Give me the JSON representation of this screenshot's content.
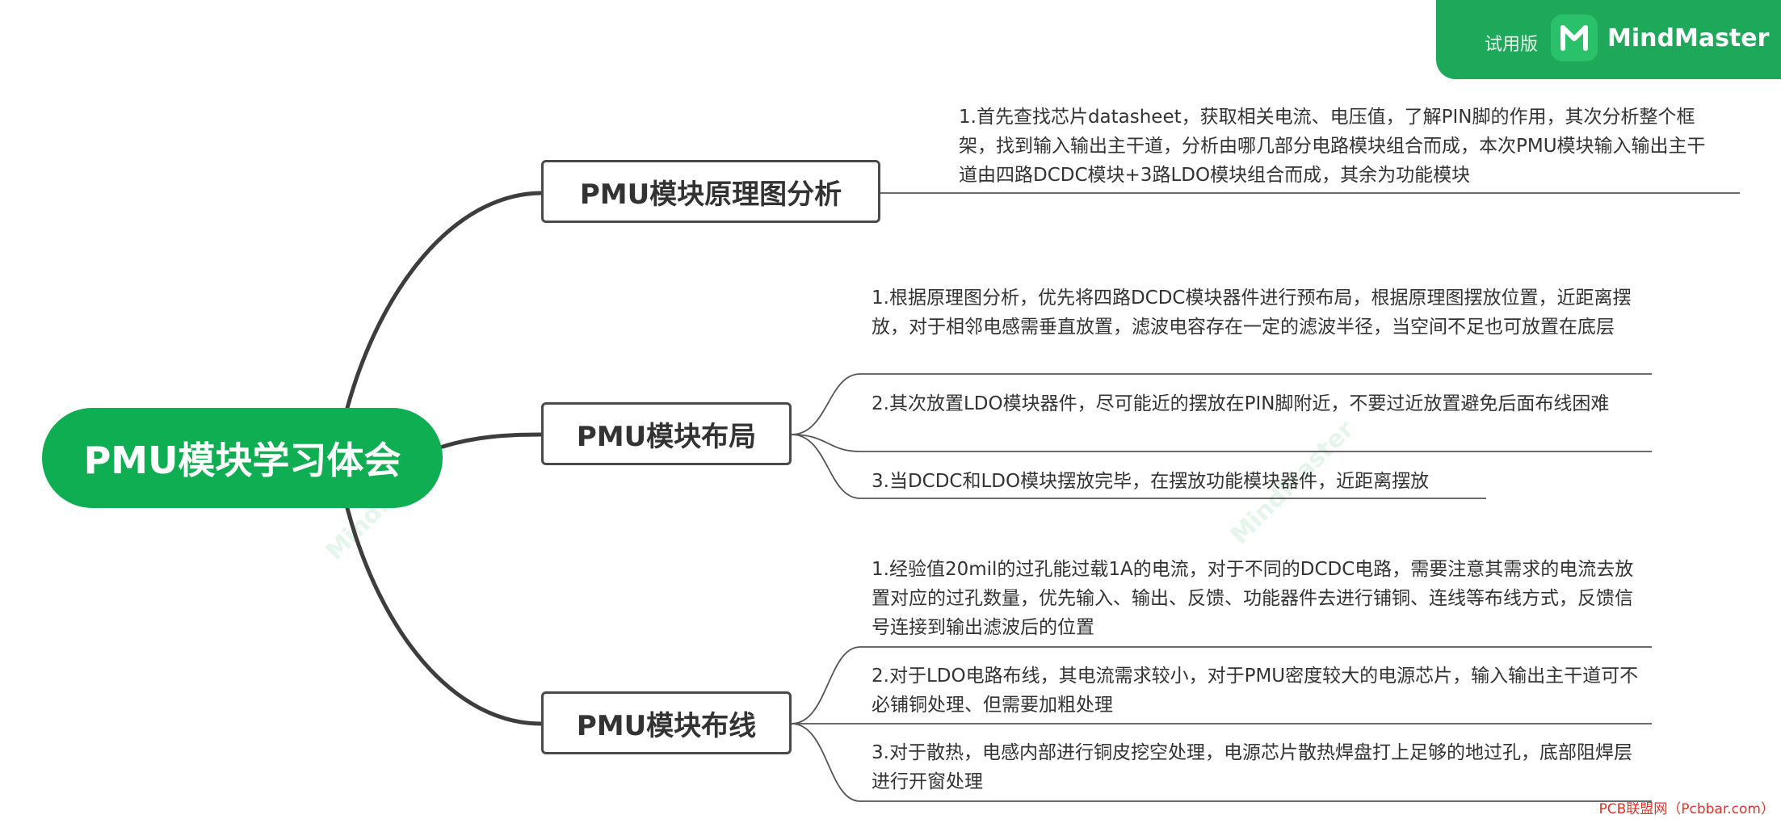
{
  "banner": {
    "trial_label": "试用版",
    "brand_name": "MindMaster",
    "accent_color": "#1ea85a",
    "logo_icon": "mindmaster-logo-icon"
  },
  "root": {
    "title": "PMU模块学习体会",
    "color": "#0fae52"
  },
  "topics": [
    {
      "title": "PMU模块原理图分析",
      "leaves": [
        "1.首先查找芯片datasheet，获取相关电流、电压值，了解PIN脚的作用，其次分析整个框架，找到输入输出主干道，分析由哪几部分电路模块组合而成，本次PMU模块输入输出主干道由四路DCDC模块+3路LDO模块组合而成，其余为功能模块"
      ]
    },
    {
      "title": "PMU模块布局",
      "leaves": [
        "1.根据原理图分析，优先将四路DCDC模块器件进行预布局，根据原理图摆放位置，近距离摆放，对于相邻电感需垂直放置，滤波电容存在一定的滤波半径，当空间不足也可放置在底层",
        "2.其次放置LDO模块器件，尽可能近的摆放在PIN脚附近，不要过近放置避免后面布线困难",
        "3.当DCDC和LDO模块摆放完毕，在摆放功能模块器件，近距离摆放"
      ]
    },
    {
      "title": "PMU模块布线",
      "leaves": [
        "1.经验值20mil的过孔能过载1A的电流，对于不同的DCDC电路，需要注意其需求的电流去放置对应的过孔数量，优先输入、输出、反馈、功能器件去进行铺铜、连线等布线方式，反馈信号连接到输出滤波后的位置",
        "2.对于LDO电路布线，其电流需求较小，对于PMU密度较大的电源芯片，输入输出主干道可不必铺铜处理、但需要加粗处理",
        "3.对于散热，电感内部进行铜皮挖空处理，电源芯片散热焊盘打上足够的地过孔，底部阻焊层进行开窗处理"
      ]
    }
  ],
  "watermark": "MindMaster",
  "footer": "PCB联盟网（Pcbbar.com）"
}
